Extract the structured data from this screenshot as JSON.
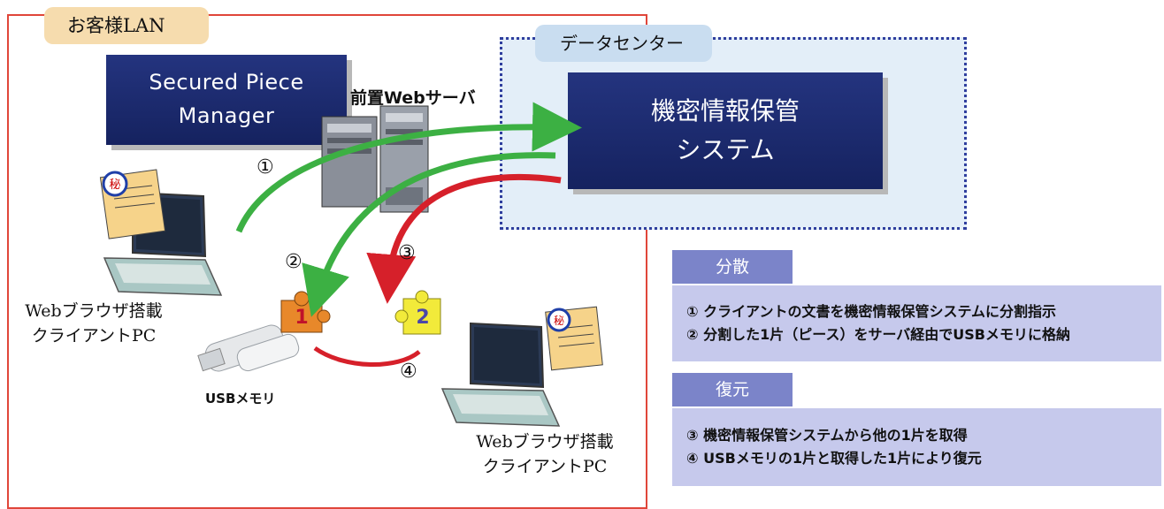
{
  "customer_lan": {
    "label": "お客様LAN"
  },
  "data_center": {
    "label": "データセンター"
  },
  "spm": {
    "line1": "Secured Piece",
    "line2": "Manager"
  },
  "web_server": {
    "label": "前置Webサーバ"
  },
  "secret_system": {
    "line1": "機密情報保管",
    "line2": "システム"
  },
  "steps": {
    "s1": "①",
    "s2": "②",
    "s3": "③",
    "s4": "④"
  },
  "pieces": {
    "p1": "1",
    "p2": "2"
  },
  "secret_mark": "秘",
  "client_left": {
    "line1": "Webブラウザ搭載",
    "line2": "クライアントPC"
  },
  "client_right": {
    "line1": "Webブラウザ搭載",
    "line2": "クライアントPC"
  },
  "usb": {
    "label": "USBメモリ"
  },
  "distribute": {
    "header": "分散",
    "items": [
      "① クライアントの文書を機密情報保管システムに分割指示",
      "② 分割した1片（ピース）をサーバ経由でUSBメモリに格納"
    ]
  },
  "restore": {
    "header": "復元",
    "items": [
      "③ 機密情報保管システムから他の1片を取得",
      "④ USBメモリの1片と取得した1片により復元"
    ]
  },
  "colors": {
    "frame_red": "#e0463a",
    "navy": "#1b2a6b",
    "arrow_green": "#3cb043",
    "arrow_red": "#d6202a",
    "panel_header": "#7b84c9",
    "panel_body": "#c6c9ec"
  }
}
